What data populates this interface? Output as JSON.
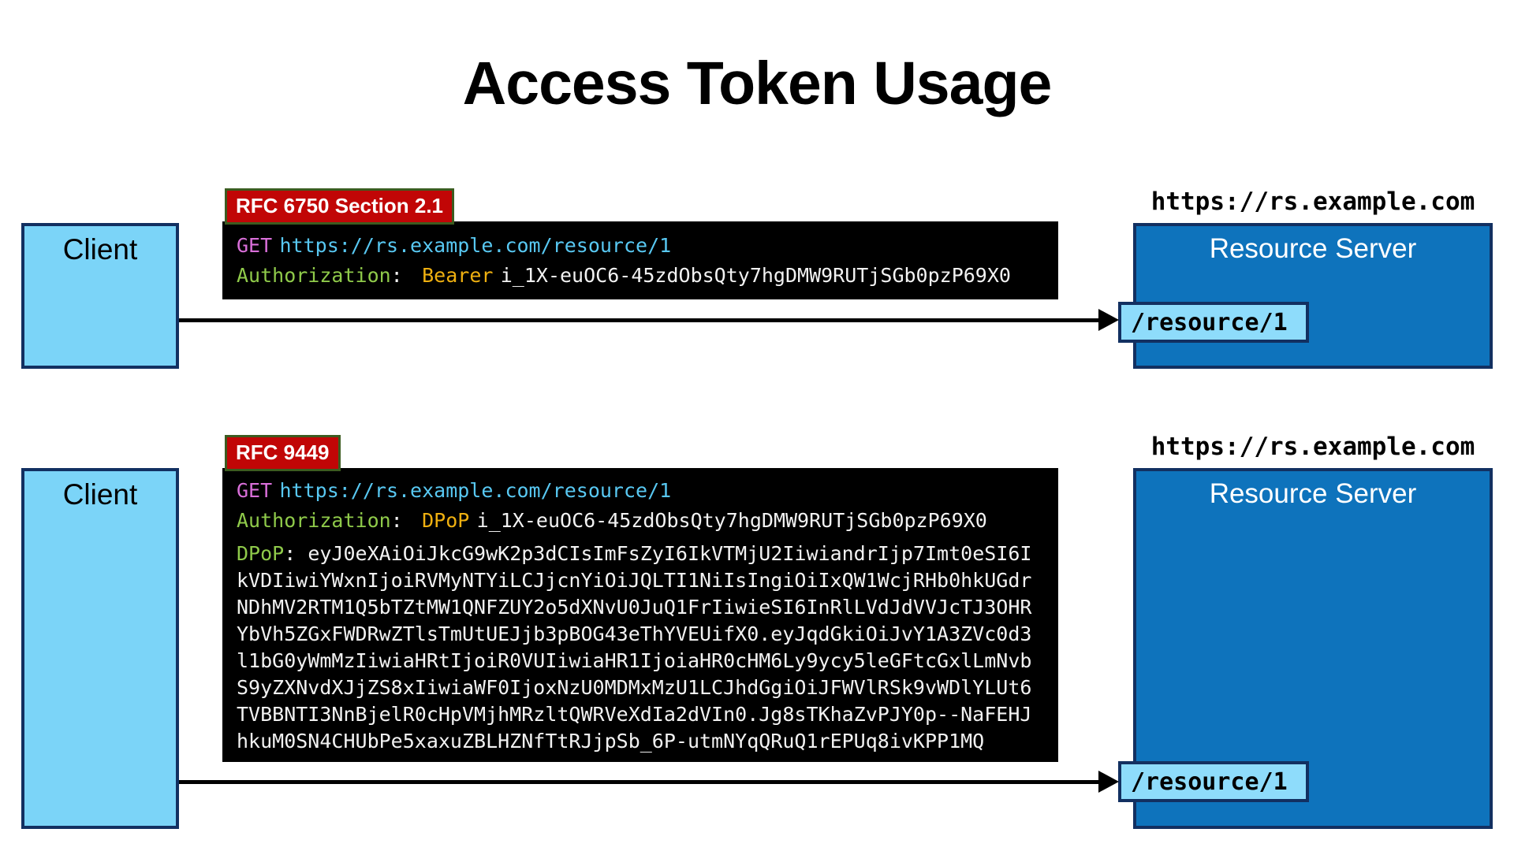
{
  "title": "Access Token Usage",
  "punct": {
    "colon": ": "
  },
  "colors": {
    "client_fill": "#7bd4f8",
    "server_fill": "#0e73bc",
    "resource_fill": "#8edcfb",
    "box_border": "#123061",
    "badge_bg": "#c10606",
    "badge_border": "#3c5c20",
    "code_bg": "#000000",
    "method": "#d96fd9",
    "url": "#58c8f2",
    "header_key": "#8fca4a",
    "scheme": "#efb010",
    "token": "#f2f2f2"
  },
  "flows": [
    {
      "client": "Client",
      "badge": "RFC 6750 Section 2.1",
      "server_url": "https://rs.example.com",
      "server": "Resource Server",
      "resource": "/resource/1",
      "request": {
        "method": "GET",
        "url": "https://rs.example.com/resource/1",
        "auth_header": "Authorization",
        "auth_scheme": "Bearer",
        "token": "i_1X-euOC6-45zdObsQty7hgDMW9RUTjSGb0pzP69X0"
      }
    },
    {
      "client": "Client",
      "badge": "RFC 9449",
      "server_url": "https://rs.example.com",
      "server": "Resource Server",
      "resource": "/resource/1",
      "request": {
        "method": "GET",
        "url": "https://rs.example.com/resource/1",
        "auth_header": "Authorization",
        "auth_scheme": "DPoP",
        "token": "i_1X-euOC6-45zdObsQty7hgDMW9RUTjSGb0pzP69X0"
      },
      "dpop": {
        "header": "DPoP",
        "lines": [
          "eyJ0eXAiOiJkcG9wK2p3dCIsImFsZyI6IkVTMjU2IiwiandrIjp7Imt0eSI6I",
          "kVDIiwiYWxnIjoiRVMyNTYiLCJjcnYiOiJQLTI1NiIsIngiOiIxQW1WcjRHb0hkUGdr",
          "NDhMV2RTM1Q5bTZtMW1QNFZUY2o5dXNvU0JuQ1FrIiwieSI6InRlLVdJdVVJcTJ3OHR",
          "YbVh5ZGxFWDRwZTlsTmUtUEJjb3pBOG43eThYVEUifX0.eyJqdGkiOiJvY1A3ZVc0d3",
          "l1bG0yWmMzIiwiaHRtIjoiR0VUIiwiaHR1IjoiaHR0cHM6Ly9ycy5leGFtcGxlLmNvb",
          "S9yZXNvdXJjZS8xIiwiaWF0IjoxNzU0MDMxMzU1LCJhdGgiOiJFWVlRSk9vWDlYLUt6",
          "TVBBNTI3NnBjelR0cHpVMjhMRzltQWRVeXdIa2dVIn0.Jg8sTKhaZvPJY0p--NaFEHJ",
          "hkuM0SN4CHUbPe5xaxuZBLHZNfTtRJjpSb_6P-utmNYqQRuQ1rEPUq8ivKPP1MQ"
        ]
      }
    }
  ]
}
